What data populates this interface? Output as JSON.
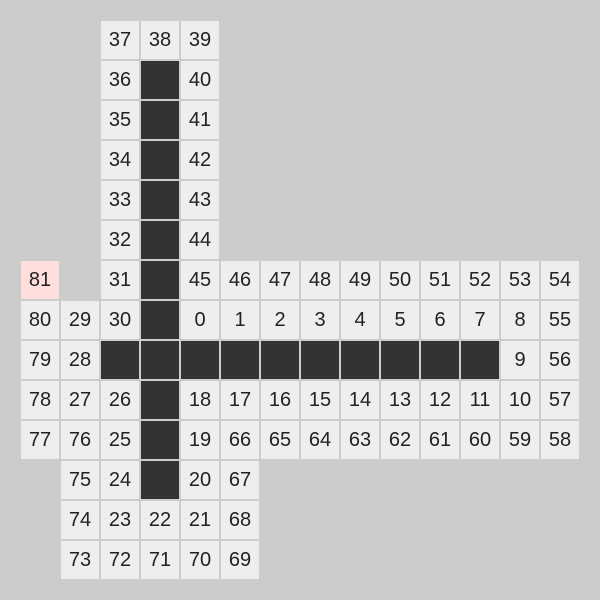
{
  "colors": {
    "background": "#cccccc",
    "cell": "#eeeeee",
    "wall": "#333333",
    "highlight": "#ffdede",
    "text": "#222222"
  },
  "grid": {
    "cols": 15,
    "rows": 15,
    "highlight_label": "81",
    "cells": [
      {
        "r": 0,
        "c": 2,
        "label": "37"
      },
      {
        "r": 0,
        "c": 3,
        "label": "38"
      },
      {
        "r": 0,
        "c": 4,
        "label": "39"
      },
      {
        "r": 1,
        "c": 2,
        "label": "36"
      },
      {
        "r": 1,
        "c": 3,
        "wall": true
      },
      {
        "r": 1,
        "c": 4,
        "label": "40"
      },
      {
        "r": 2,
        "c": 2,
        "label": "35"
      },
      {
        "r": 2,
        "c": 3,
        "wall": true
      },
      {
        "r": 2,
        "c": 4,
        "label": "41"
      },
      {
        "r": 3,
        "c": 2,
        "label": "34"
      },
      {
        "r": 3,
        "c": 3,
        "wall": true
      },
      {
        "r": 3,
        "c": 4,
        "label": "42"
      },
      {
        "r": 4,
        "c": 2,
        "label": "33"
      },
      {
        "r": 4,
        "c": 3,
        "wall": true
      },
      {
        "r": 4,
        "c": 4,
        "label": "43"
      },
      {
        "r": 5,
        "c": 2,
        "label": "32"
      },
      {
        "r": 5,
        "c": 3,
        "wall": true
      },
      {
        "r": 5,
        "c": 4,
        "label": "44"
      },
      {
        "r": 6,
        "c": 0,
        "label": "81"
      },
      {
        "r": 6,
        "c": 2,
        "label": "31"
      },
      {
        "r": 6,
        "c": 3,
        "wall": true
      },
      {
        "r": 6,
        "c": 4,
        "label": "45"
      },
      {
        "r": 6,
        "c": 5,
        "label": "46"
      },
      {
        "r": 6,
        "c": 6,
        "label": "47"
      },
      {
        "r": 6,
        "c": 7,
        "label": "48"
      },
      {
        "r": 6,
        "c": 8,
        "label": "49"
      },
      {
        "r": 6,
        "c": 9,
        "label": "50"
      },
      {
        "r": 6,
        "c": 10,
        "label": "51"
      },
      {
        "r": 6,
        "c": 11,
        "label": "52"
      },
      {
        "r": 6,
        "c": 12,
        "label": "53"
      },
      {
        "r": 6,
        "c": 13,
        "label": "54"
      },
      {
        "r": 7,
        "c": 0,
        "label": "80"
      },
      {
        "r": 7,
        "c": 1,
        "label": "29"
      },
      {
        "r": 7,
        "c": 2,
        "label": "30"
      },
      {
        "r": 7,
        "c": 3,
        "wall": true
      },
      {
        "r": 7,
        "c": 4,
        "label": "0"
      },
      {
        "r": 7,
        "c": 5,
        "label": "1"
      },
      {
        "r": 7,
        "c": 6,
        "label": "2"
      },
      {
        "r": 7,
        "c": 7,
        "label": "3"
      },
      {
        "r": 7,
        "c": 8,
        "label": "4"
      },
      {
        "r": 7,
        "c": 9,
        "label": "5"
      },
      {
        "r": 7,
        "c": 10,
        "label": "6"
      },
      {
        "r": 7,
        "c": 11,
        "label": "7"
      },
      {
        "r": 7,
        "c": 12,
        "label": "8"
      },
      {
        "r": 7,
        "c": 13,
        "label": "55"
      },
      {
        "r": 8,
        "c": 0,
        "label": "79"
      },
      {
        "r": 8,
        "c": 1,
        "label": "28"
      },
      {
        "r": 8,
        "c": 2,
        "wall": true
      },
      {
        "r": 8,
        "c": 3,
        "wall": true
      },
      {
        "r": 8,
        "c": 4,
        "wall": true
      },
      {
        "r": 8,
        "c": 5,
        "wall": true
      },
      {
        "r": 8,
        "c": 6,
        "wall": true
      },
      {
        "r": 8,
        "c": 7,
        "wall": true
      },
      {
        "r": 8,
        "c": 8,
        "wall": true
      },
      {
        "r": 8,
        "c": 9,
        "wall": true
      },
      {
        "r": 8,
        "c": 10,
        "wall": true
      },
      {
        "r": 8,
        "c": 11,
        "wall": true
      },
      {
        "r": 8,
        "c": 12,
        "label": "9"
      },
      {
        "r": 8,
        "c": 13,
        "label": "56"
      },
      {
        "r": 9,
        "c": 0,
        "label": "78"
      },
      {
        "r": 9,
        "c": 1,
        "label": "27"
      },
      {
        "r": 9,
        "c": 2,
        "label": "26"
      },
      {
        "r": 9,
        "c": 3,
        "wall": true
      },
      {
        "r": 9,
        "c": 4,
        "label": "18"
      },
      {
        "r": 9,
        "c": 5,
        "label": "17"
      },
      {
        "r": 9,
        "c": 6,
        "label": "16"
      },
      {
        "r": 9,
        "c": 7,
        "label": "15"
      },
      {
        "r": 9,
        "c": 8,
        "label": "14"
      },
      {
        "r": 9,
        "c": 9,
        "label": "13"
      },
      {
        "r": 9,
        "c": 10,
        "label": "12"
      },
      {
        "r": 9,
        "c": 11,
        "label": "11"
      },
      {
        "r": 9,
        "c": 12,
        "label": "10"
      },
      {
        "r": 9,
        "c": 13,
        "label": "57"
      },
      {
        "r": 10,
        "c": 0,
        "label": "77"
      },
      {
        "r": 10,
        "c": 1,
        "label": "76"
      },
      {
        "r": 10,
        "c": 2,
        "label": "25"
      },
      {
        "r": 10,
        "c": 3,
        "wall": true
      },
      {
        "r": 10,
        "c": 4,
        "label": "19"
      },
      {
        "r": 10,
        "c": 5,
        "label": "66"
      },
      {
        "r": 10,
        "c": 6,
        "label": "65"
      },
      {
        "r": 10,
        "c": 7,
        "label": "64"
      },
      {
        "r": 10,
        "c": 8,
        "label": "63"
      },
      {
        "r": 10,
        "c": 9,
        "label": "62"
      },
      {
        "r": 10,
        "c": 10,
        "label": "61"
      },
      {
        "r": 10,
        "c": 11,
        "label": "60"
      },
      {
        "r": 10,
        "c": 12,
        "label": "59"
      },
      {
        "r": 10,
        "c": 13,
        "label": "58"
      },
      {
        "r": 11,
        "c": 1,
        "label": "75"
      },
      {
        "r": 11,
        "c": 2,
        "label": "24"
      },
      {
        "r": 11,
        "c": 3,
        "wall": true
      },
      {
        "r": 11,
        "c": 4,
        "label": "20"
      },
      {
        "r": 11,
        "c": 5,
        "label": "67"
      },
      {
        "r": 12,
        "c": 1,
        "label": "74"
      },
      {
        "r": 12,
        "c": 2,
        "label": "23"
      },
      {
        "r": 12,
        "c": 3,
        "label": "22"
      },
      {
        "r": 12,
        "c": 4,
        "label": "21"
      },
      {
        "r": 12,
        "c": 5,
        "label": "68"
      },
      {
        "r": 13,
        "c": 1,
        "label": "73"
      },
      {
        "r": 13,
        "c": 2,
        "label": "72"
      },
      {
        "r": 13,
        "c": 3,
        "label": "71"
      },
      {
        "r": 13,
        "c": 4,
        "label": "70"
      },
      {
        "r": 13,
        "c": 5,
        "label": "69"
      }
    ]
  }
}
